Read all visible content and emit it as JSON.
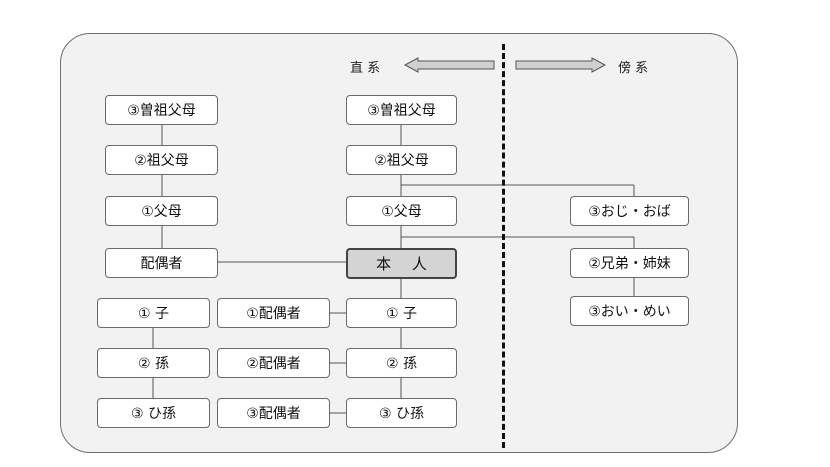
{
  "legend": {
    "left": "直 系",
    "right": "傍 系"
  },
  "boxes": {
    "great_grandparents_spouse": "③曽祖父母",
    "grandparents_spouse": "②祖父母",
    "parents_spouse": "①父母",
    "spouse": "配偶者",
    "child_left": "① 子",
    "grandchild_left": "② 孫",
    "great_grandchild_left": "③ ひ孫",
    "spouse_child": "①配偶者",
    "spouse_grandchild": "②配偶者",
    "spouse_great_grandchild": "③配偶者",
    "great_grandparents_self": "③曽祖父母",
    "grandparents_self": "②祖父母",
    "parents_self": "①父母",
    "self": "本 人",
    "child_self": "① 子",
    "grandchild_self": "② 孫",
    "great_grandchild_self": "③ ひ孫",
    "uncle_aunt": "③おじ・おば",
    "siblings": "②兄弟・姉妹",
    "nephew_niece": "③おい・めい"
  }
}
